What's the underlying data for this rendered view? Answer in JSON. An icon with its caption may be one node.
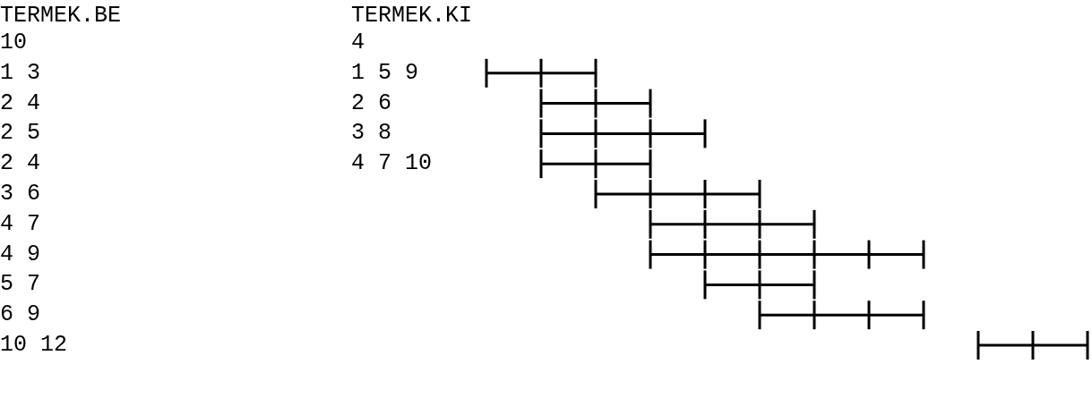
{
  "diagram": {
    "labels": [
      "TERMEK.BE",
      "TERMEK.KI",
      "10",
      "4",
      "1 3",
      "1 5 9",
      "2 4",
      "2 6",
      "2 5",
      "3 8",
      "2 4",
      "4 7 10",
      "3 6",
      "4 7",
      "4 9",
      "5 7",
      "6 9",
      "10 12"
    ]
  }
}
